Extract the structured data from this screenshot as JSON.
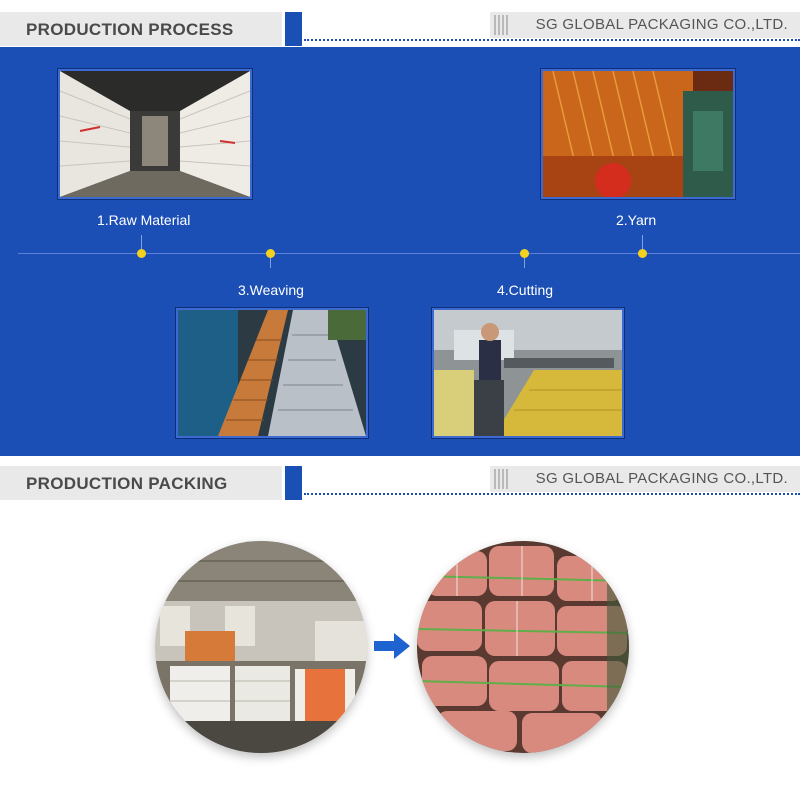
{
  "sections": {
    "process": {
      "title": "PRODUCTION PROCESS",
      "company": "SG GLOBAL PACKAGING CO.,LTD."
    },
    "packing": {
      "title": "PRODUCTION PACKING",
      "company": "SG GLOBAL PACKAGING CO.,LTD."
    }
  },
  "steps": [
    {
      "label": "1.Raw Material"
    },
    {
      "label": "2.Yarn"
    },
    {
      "label": "3.Weaving"
    },
    {
      "label": "4.Cutting"
    }
  ],
  "colors": {
    "panel_blue": "#1c4fb5",
    "accent_blue": "#1a4fb4",
    "dot_yellow": "#f4d11e",
    "header_gray": "#e9e9e9"
  },
  "icons": {
    "arrow": "right-arrow-icon"
  }
}
